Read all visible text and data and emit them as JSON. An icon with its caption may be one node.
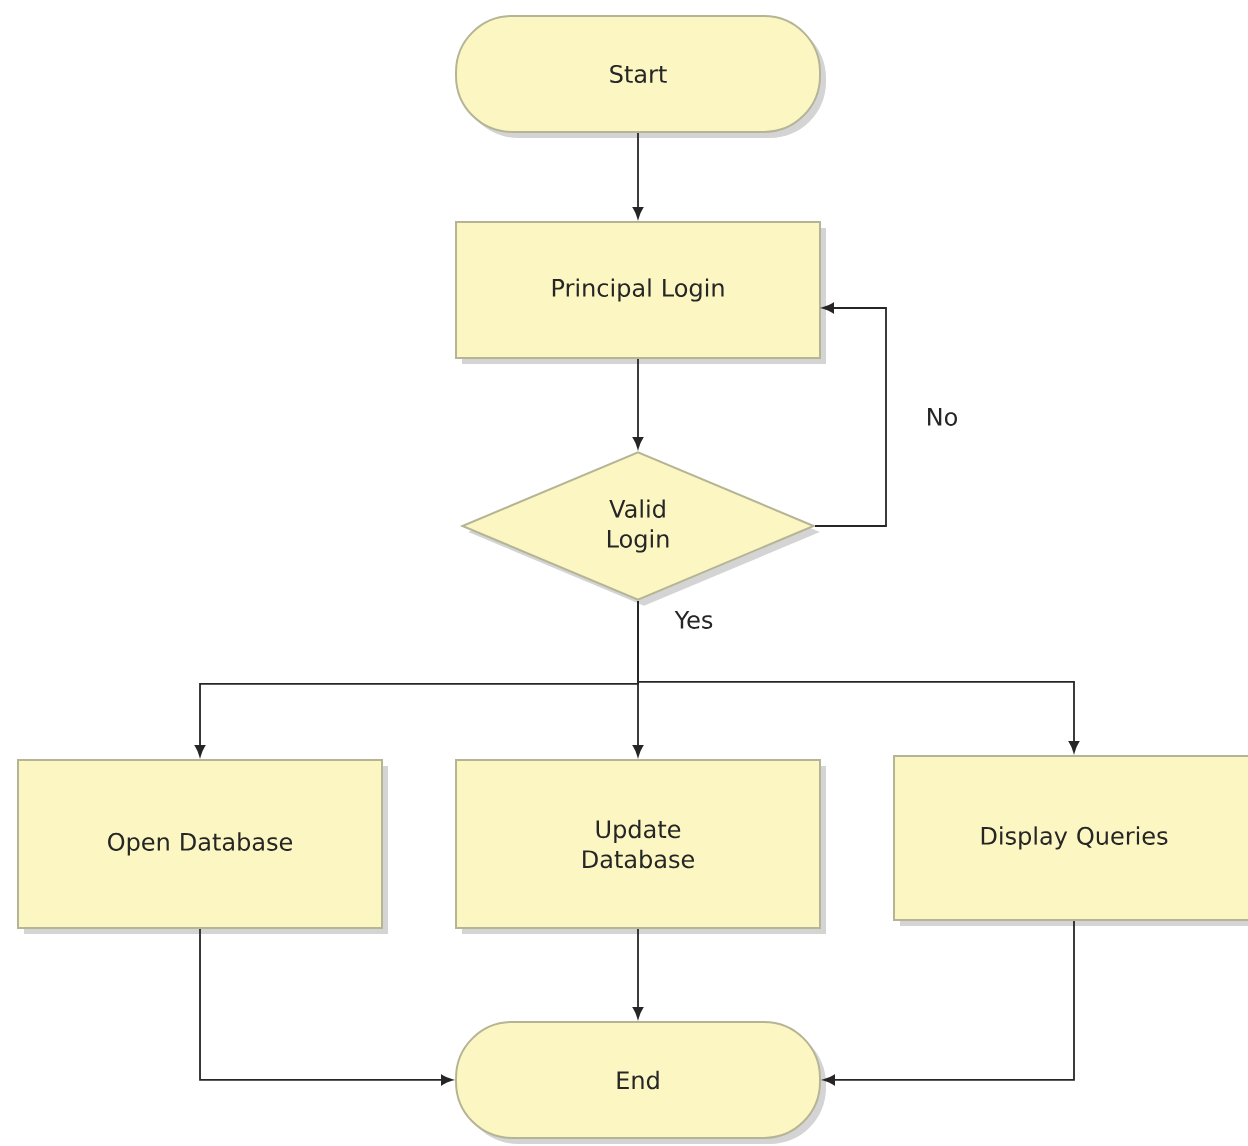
{
  "diagram": {
    "nodes": [
      {
        "text": [
          "Start"
        ]
      },
      {
        "text": [
          "Principal Login"
        ]
      },
      {
        "text": [
          "Valid Login"
        ]
      },
      {
        "text": [
          "Open Database"
        ]
      },
      {
        "text": [
          "Update Database"
        ]
      },
      {
        "text": [
          "Display Queries"
        ]
      },
      {
        "text": [
          "End"
        ]
      }
    ],
    "edges": [
      {
        "from": 0,
        "to": 1,
        "arrow": "to"
      },
      {
        "from": 1,
        "to": 2,
        "arrow": "to"
      },
      {
        "from": 2,
        "to": 1,
        "arrow": "to",
        "label": "No"
      },
      {
        "from": 2,
        "to": 3,
        "arrow": "to"
      },
      {
        "from": 2,
        "to": 4,
        "arrow": "to",
        "label": "Yes"
      },
      {
        "from": 2,
        "to": 5,
        "arrow": "to"
      },
      {
        "from": 3,
        "to": 6,
        "arrow": "to"
      },
      {
        "from": 4,
        "to": 6,
        "arrow": "to"
      },
      {
        "from": 5,
        "to": 6,
        "arrow": "to"
      }
    ]
  }
}
